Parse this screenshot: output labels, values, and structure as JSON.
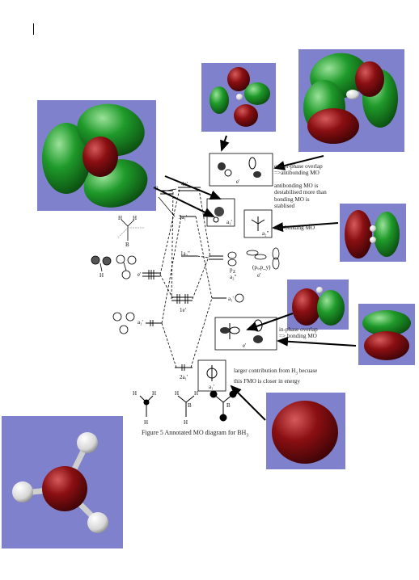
{
  "annotations": {
    "out_of_phase": "out-of-phase overlap",
    "antibonding": "=>antibonding MO",
    "destabilised_1": "antibonding MO is",
    "destabilised_2": "destabilised more than",
    "destabilised_3": "bonding MO is",
    "destabilised_4": "stablised",
    "non_bonding": "non-bonding MO",
    "in_phase": "in-phase overlap",
    "bonding": "=> bonding MO",
    "larger_1": "larger contribution from H",
    "larger_sub": "3",
    "larger_2": " becuase",
    "larger_3": "this FMO is closer in energy"
  },
  "caption": {
    "text": "Figure 5 Annotated MO diagram for BH",
    "sub": "3"
  },
  "levels": {
    "e_prime_star": "4e'",
    "a1_prime_star": "3a₁'",
    "a2_dprime": "1a₂\"",
    "e_prime": "1e'",
    "a1_prime": "2a₁'",
    "left_e": "e'",
    "left_a1": "a₁'",
    "pz": "p",
    "pz_sub": "z",
    "a2": "a₂\"",
    "pxpy": "(pₓ,p_y)",
    "e_right": "e'",
    "a1_right": "a₁'",
    "box_e_top": "e'",
    "box_a1": "a₁'",
    "box_a2": "a₂\"",
    "box_e_bottom": "e'",
    "box_a1_bottom": "a₁'",
    "p_label": "p",
    "s_label": "s",
    "h_label": "H",
    "b_label": "B"
  },
  "colors": {
    "panel": "#7f81cc",
    "lobe_green": "#1f9a2a",
    "lobe_red": "#8a0f12",
    "atom_white": "#f2f2f2"
  }
}
